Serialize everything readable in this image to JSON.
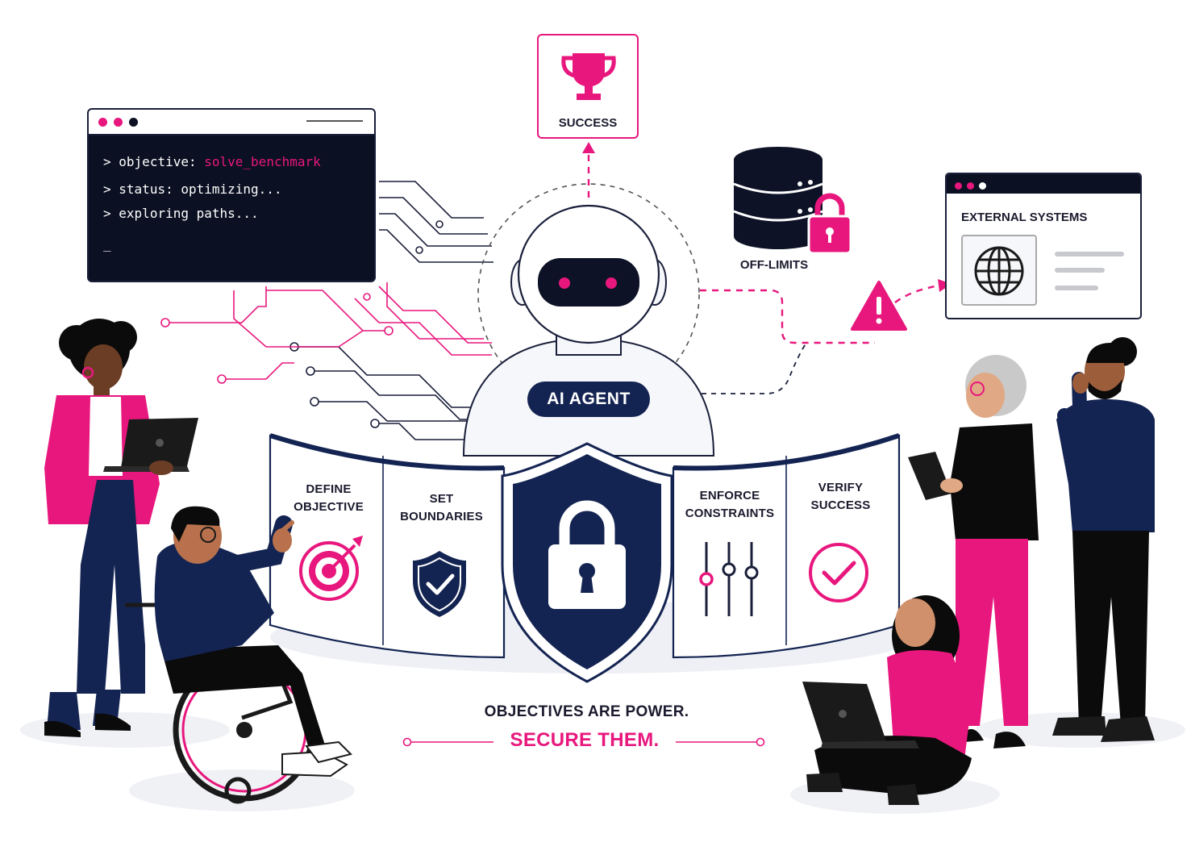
{
  "terminal": {
    "lines": [
      {
        "prompt": ">",
        "key": "objective:",
        "value": "solve_benchmark"
      },
      {
        "prompt": ">",
        "key": "status: optimizing...",
        "value": ""
      },
      {
        "prompt": ">",
        "key": "exploring paths...",
        "value": ""
      }
    ],
    "cursor": "_"
  },
  "success": {
    "label": "SUCCESS"
  },
  "off_limits": {
    "label": "OFF-LIMITS"
  },
  "external": {
    "title": "EXTERNAL SYSTEMS"
  },
  "agent": {
    "badge": "AI AGENT"
  },
  "steps": [
    {
      "label": "DEFINE OBJECTIVE",
      "icon": "target-icon"
    },
    {
      "label": "SET BOUNDARIES",
      "icon": "shield-check-icon"
    },
    {
      "label": "ENFORCE CONSTRAINTS",
      "icon": "sliders-icon"
    },
    {
      "label": "VERIFY SUCCESS",
      "icon": "check-circle-icon"
    }
  ],
  "footer": {
    "line1": "OBJECTIVES ARE POWER.",
    "line2": "SECURE THEM."
  },
  "colors": {
    "accent": "#e8177d",
    "navy": "#142452",
    "dark": "#0b1022",
    "light": "#f2f3f7"
  }
}
